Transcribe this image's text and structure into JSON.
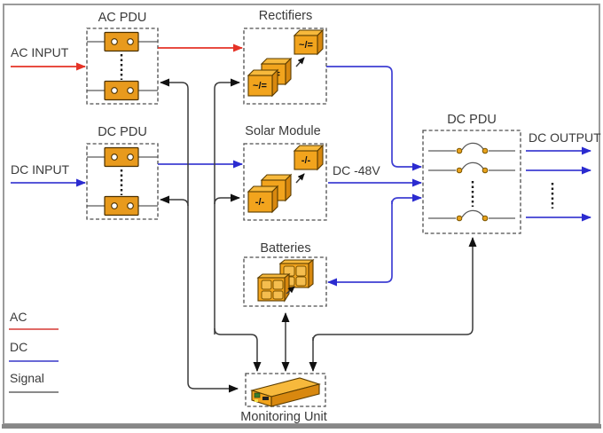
{
  "diagram": {
    "nodes": {
      "ac_pdu": {
        "label": "AC PDU"
      },
      "rectifiers": {
        "label": "Rectifiers",
        "converter_symbol": "~/="
      },
      "dc_pdu_left": {
        "label": "DC PDU"
      },
      "solar_module": {
        "label": "Solar Module",
        "converter_symbol": "-/-"
      },
      "dc_pdu_right": {
        "label": "DC PDU"
      },
      "batteries": {
        "label": "Batteries"
      },
      "monitoring_unit": {
        "label": "Monitoring Unit"
      }
    },
    "labels": {
      "ac_input": "AC INPUT",
      "dc_input": "DC INPUT",
      "dc_output": "DC OUTPUT",
      "bus_voltage": "DC -48V"
    },
    "legend": {
      "items": [
        {
          "label": "AC",
          "color": "#e06a66"
        },
        {
          "label": "DC",
          "color": "#6868d6"
        },
        {
          "label": "Signal",
          "color": "#8a8a8a"
        }
      ]
    },
    "colors": {
      "ac_line": "#e53226",
      "dc_line": "#3f3fd3",
      "signal_line": "#3a3a3a",
      "equipment_fill": "#f2a41d",
      "equipment_side": "#d8880f",
      "frame": "#9b9b9b",
      "background": "#ffffff"
    }
  }
}
